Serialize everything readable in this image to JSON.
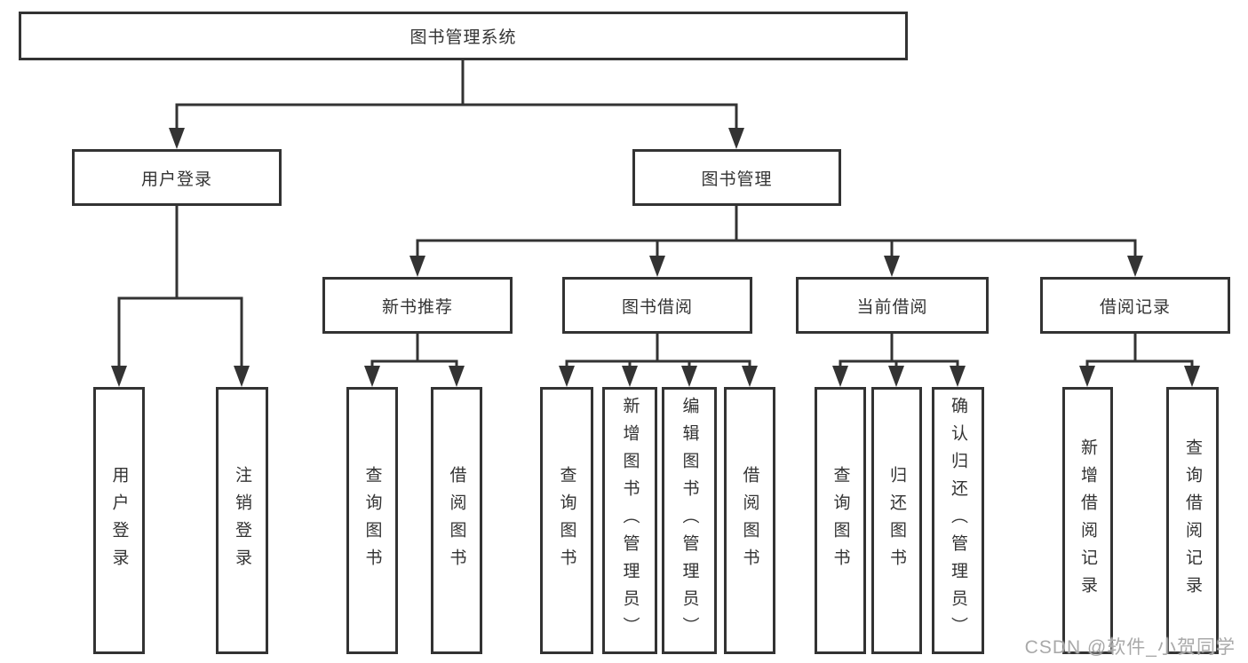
{
  "diagram": {
    "root": {
      "label": "图书管理系统"
    },
    "branches": [
      {
        "label": "用户登录",
        "children": [
          {
            "label": "用户登录"
          },
          {
            "label": "注销登录"
          }
        ]
      },
      {
        "label": "图书管理",
        "children": [
          {
            "label": "新书推荐",
            "children": [
              {
                "label": "查询图书"
              },
              {
                "label": "借阅图书"
              }
            ]
          },
          {
            "label": "图书借阅",
            "children": [
              {
                "label": "查询图书"
              },
              {
                "label": "新增图书（管理员）"
              },
              {
                "label": "编辑图书（管理员）"
              },
              {
                "label": "借阅图书"
              }
            ]
          },
          {
            "label": "当前借阅",
            "children": [
              {
                "label": "查询图书"
              },
              {
                "label": "归还图书"
              },
              {
                "label": "确认归还（管理员）"
              }
            ]
          },
          {
            "label": "借阅记录",
            "children": [
              {
                "label": "新增借阅记录"
              },
              {
                "label": "查询借阅记录"
              }
            ]
          }
        ]
      }
    ]
  },
  "watermark": {
    "text": "CSDN @软件_小贺同学"
  },
  "colors": {
    "line": "#333333",
    "text": "#333333",
    "background": "#ffffff",
    "watermark": "#a9a9a9"
  }
}
